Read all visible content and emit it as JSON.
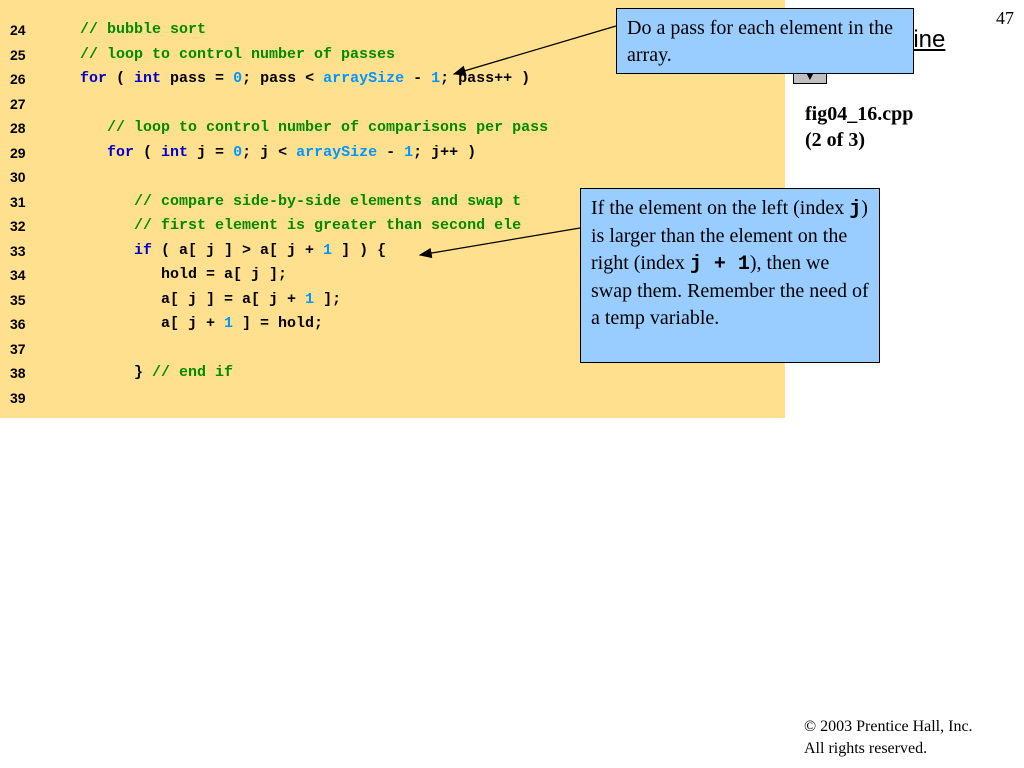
{
  "slide": {
    "number": "47",
    "outline_link": "line",
    "nav_arrow": "▼",
    "file_name": "fig04_16.cpp",
    "page_info": "(2 of 3)",
    "copyright_symbol": "©",
    "copyright_line1": "2003 Prentice Hall, Inc.",
    "copyright_line2": "All rights reserved."
  },
  "code_lines": [
    {
      "ln": "24",
      "segments": [
        {
          "t": "cm",
          "v": "// bubble sort"
        }
      ]
    },
    {
      "ln": "25",
      "segments": [
        {
          "t": "cm",
          "v": "// loop to control number of passes"
        }
      ]
    },
    {
      "ln": "26",
      "segments": [
        {
          "t": "kw",
          "v": "for"
        },
        {
          "t": "txt",
          "v": " ( "
        },
        {
          "t": "kw",
          "v": "int"
        },
        {
          "t": "txt",
          "v": " pass = "
        },
        {
          "t": "num",
          "v": "0"
        },
        {
          "t": "txt",
          "v": "; pass < "
        },
        {
          "t": "id",
          "v": "arraySize"
        },
        {
          "t": "txt",
          "v": " - "
        },
        {
          "t": "num",
          "v": "1"
        },
        {
          "t": "txt",
          "v": "; pass++ )"
        }
      ]
    },
    {
      "ln": "27",
      "segments": []
    },
    {
      "ln": "28",
      "segments": [
        {
          "t": "cm",
          "v": "   // loop to control number of comparisons per pass"
        }
      ]
    },
    {
      "ln": "29",
      "segments": [
        {
          "t": "kw",
          "v": "   for"
        },
        {
          "t": "txt",
          "v": " ( "
        },
        {
          "t": "kw",
          "v": "int"
        },
        {
          "t": "txt",
          "v": " j = "
        },
        {
          "t": "num",
          "v": "0"
        },
        {
          "t": "txt",
          "v": "; j < "
        },
        {
          "t": "id",
          "v": "arraySize"
        },
        {
          "t": "txt",
          "v": " - "
        },
        {
          "t": "num",
          "v": "1"
        },
        {
          "t": "txt",
          "v": "; j++ )"
        }
      ]
    },
    {
      "ln": "30",
      "segments": []
    },
    {
      "ln": "31",
      "segments": [
        {
          "t": "cm",
          "v": "      // compare side-by-side elements and swap t"
        }
      ]
    },
    {
      "ln": "32",
      "segments": [
        {
          "t": "cm",
          "v": "      // first element is greater than second ele"
        }
      ]
    },
    {
      "ln": "33",
      "segments": [
        {
          "t": "kw",
          "v": "      if"
        },
        {
          "t": "txt",
          "v": " ( a[ j ] > a[ j + "
        },
        {
          "t": "num",
          "v": "1"
        },
        {
          "t": "txt",
          "v": " ] ) {"
        }
      ]
    },
    {
      "ln": "34",
      "segments": [
        {
          "t": "txt",
          "v": "         hold = a[ j ];"
        }
      ]
    },
    {
      "ln": "35",
      "segments": [
        {
          "t": "txt",
          "v": "         a[ j ] = a[ j + "
        },
        {
          "t": "num",
          "v": "1"
        },
        {
          "t": "txt",
          "v": " ];"
        }
      ]
    },
    {
      "ln": "36",
      "segments": [
        {
          "t": "txt",
          "v": "         a[ j + "
        },
        {
          "t": "num",
          "v": "1"
        },
        {
          "t": "txt",
          "v": " ] = hold;"
        }
      ]
    },
    {
      "ln": "37",
      "segments": []
    },
    {
      "ln": "38",
      "segments": [
        {
          "t": "txt",
          "v": "      } "
        },
        {
          "t": "cm",
          "v": "// end if"
        }
      ]
    },
    {
      "ln": "39",
      "segments": []
    }
  ],
  "callout1": {
    "text": "Do a pass for each element in the array."
  },
  "callout2": {
    "part1": "If the element on the left (index ",
    "code1": "j",
    "part2": ") is larger than the element on the right (index ",
    "code2": "j + 1",
    "part3": "), then we swap them. Remember the need of a temp variable."
  }
}
